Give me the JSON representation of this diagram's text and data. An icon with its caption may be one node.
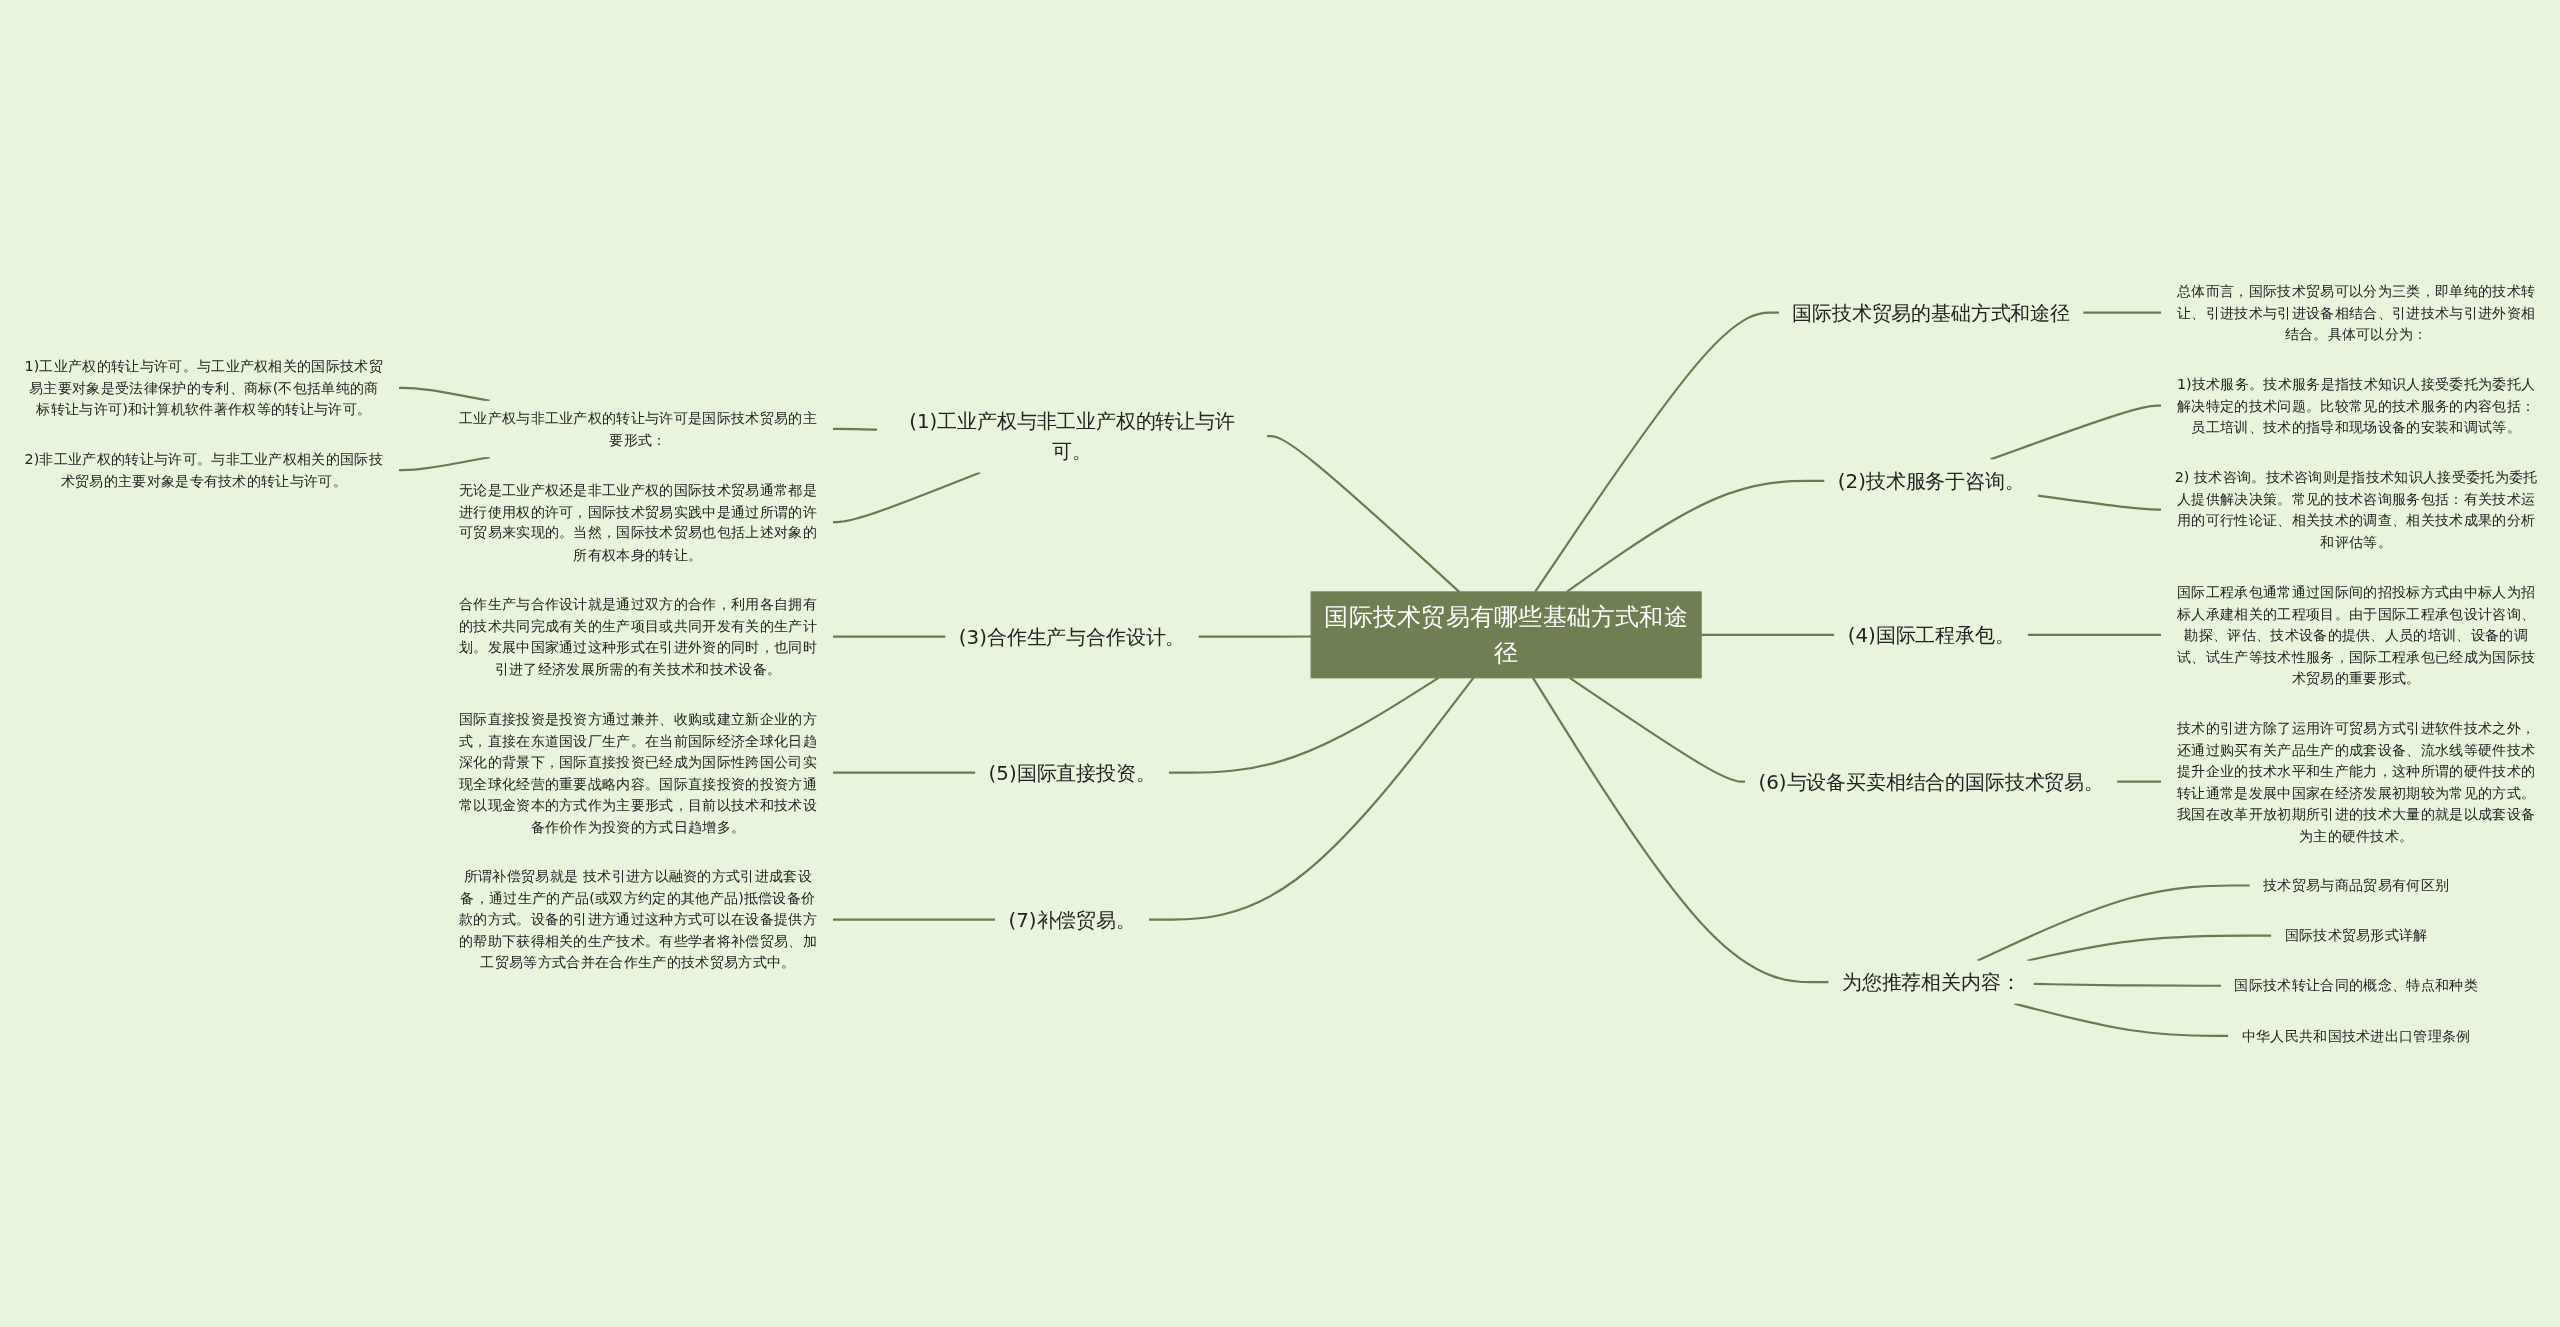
{
  "diagram": {
    "nodes": [
      {
        "text": [
          "国际技术贸易有哪些基础方式和途径"
        ]
      },
      {
        "text": [
          "国际技术贸易的基础方式和途径"
        ]
      },
      {
        "text": [
          "总体而言，国际技术贸易可以分为三类，即单纯的技术转让、引进技术与引进设备相结合、引进技术与引进外资相结合。具体可以分为："
        ]
      },
      {
        "text": [
          "(2)技术服务于咨询。"
        ]
      },
      {
        "text": [
          "1)技术服务。技术服务是指技术知识人接受委托为委托人解决特定的技术问题。比较常见的技术服务的内容包括：员工培训、技术的指导和现场设备的安装和调试等。"
        ]
      },
      {
        "text": [
          "2) 技术咨询。技术咨询则是指技术知识人接受委托为委托人提供解决决策。常见的技术咨询服务包括：有关技术运用的可行性论证、相关技术的调查、相关技术成果的分析和评估等。"
        ]
      },
      {
        "text": [
          "(4)国际工程承包。"
        ]
      },
      {
        "text": [
          "国际工程承包通常通过国际间的招投标方式由中标人为招标人承建相关的工程项目。由于国际工程承包设计咨询、勘探、评估、技术设备的提供、人员的培训、设备的调试、试生产等技术性服务，国际工程承包已经成为国际技术贸易的重要形式。"
        ]
      },
      {
        "text": [
          "(6)与设备买卖相结合的国际技术贸易。"
        ]
      },
      {
        "text": [
          "技术的引进方除了运用许可贸易方式引进软件技术之外，还通过购买有关产品生产的成套设备、流水线等硬件技术提升企业的技术水平和生产能力，这种所谓的硬件技术的转让通常是发展中国家在经济发展初期较为常见的方式。我国在改革开放初期所引进的技术大量的就是以成套设备为主的硬件技术。"
        ]
      },
      {
        "text": [
          "为您推荐相关内容："
        ]
      },
      {
        "text": [
          "技术贸易与商品贸易有何区别"
        ]
      },
      {
        "text": [
          "国际技术贸易形式详解"
        ]
      },
      {
        "text": [
          "国际技术转让合同的概念、特点和种类"
        ]
      },
      {
        "text": [
          "中华人民共和国技术进出口管理条例"
        ]
      },
      {
        "text": [
          "(1)工业产权与非工业产权的转让与许可。"
        ]
      },
      {
        "text": [
          "工业产权与非工业产权的转让与许可是国际技术贸易的主要形式："
        ]
      },
      {
        "text": [
          "1)工业产权的转让与许可。与工业产权相关的国际技术贸易主要对象是受法律保护的专利、商标(不包括单纯的商标转让与许可)和计算机软件著作权等的转让与许可。"
        ]
      },
      {
        "text": [
          "2)非工业产权的转让与许可。与非工业产权相关的国际技术贸易的主要对象是专有技术的转让与许可。"
        ]
      },
      {
        "text": [
          "无论是工业产权还是非工业产权的国际技术贸易通常都是进行使用权的许可，国际技术贸易实践中是通过所谓的许可贸易来实现的。当然，国际技术贸易也包括上述对象的所有权本身的转让。"
        ]
      },
      {
        "text": [
          "(3)合作生产与合作设计。"
        ]
      },
      {
        "text": [
          "合作生产与合作设计就是通过双方的合作，利用各自拥有的技术共同完成有关的生产项目或共同开发有关的生产计划。发展中国家通过这种形式在引进外资的同时，也同时引进了经济发展所需的有关技术和技术设备。"
        ]
      },
      {
        "text": [
          "(5)国际直接投资。"
        ]
      },
      {
        "text": [
          "国际直接投资是投资方通过兼并、收购或建立新企业的方式，直接在东道国设厂生产。在当前国际经济全球化日趋深化的背景下，国际直接投资已经成为国际性跨国公司实现全球化经营的重要战略内容。国际直接投资的投资方通常以现金资本的方式作为主要形式，目前以技术和技术设备作价作为投资的方式日趋增多。"
        ]
      },
      {
        "text": [
          "(7)补偿贸易。"
        ]
      },
      {
        "text": [
          "所谓补偿贸易就是 技术引进方以融资的方式引进成套设备，通过生产的产品(或双方约定的其他产品)抵偿设备价款的方式。设备的引进方通过这种方式可以在设备提供方的帮助下获得相关的生产技术。有些学者将补偿贸易、加工贸易等方式合并在合作生产的技术贸易方式中。"
        ]
      }
    ],
    "edges": [
      {
        "from": 0,
        "to": 1,
        "arrow": "none"
      },
      {
        "from": 1,
        "to": 2,
        "arrow": "none"
      },
      {
        "from": 0,
        "to": 3,
        "arrow": "none"
      },
      {
        "from": 3,
        "to": 4,
        "arrow": "none"
      },
      {
        "from": 3,
        "to": 5,
        "arrow": "none"
      },
      {
        "from": 0,
        "to": 6,
        "arrow": "none"
      },
      {
        "from": 6,
        "to": 7,
        "arrow": "none"
      },
      {
        "from": 0,
        "to": 8,
        "arrow": "none"
      },
      {
        "from": 8,
        "to": 9,
        "arrow": "none"
      },
      {
        "from": 0,
        "to": 10,
        "arrow": "none"
      },
      {
        "from": 10,
        "to": 11,
        "arrow": "none"
      },
      {
        "from": 10,
        "to": 12,
        "arrow": "none"
      },
      {
        "from": 10,
        "to": 13,
        "arrow": "none"
      },
      {
        "from": 10,
        "to": 14,
        "arrow": "none"
      },
      {
        "from": 0,
        "to": 15,
        "arrow": "none"
      },
      {
        "from": 15,
        "to": 16,
        "arrow": "none"
      },
      {
        "from": 16,
        "to": 17,
        "arrow": "none"
      },
      {
        "from": 16,
        "to": 18,
        "arrow": "none"
      },
      {
        "from": 15,
        "to": 19,
        "arrow": "none"
      },
      {
        "from": 0,
        "to": 20,
        "arrow": "none"
      },
      {
        "from": 20,
        "to": 21,
        "arrow": "none"
      },
      {
        "from": 0,
        "to": 22,
        "arrow": "none"
      },
      {
        "from": 22,
        "to": 23,
        "arrow": "none"
      },
      {
        "from": 0,
        "to": 24,
        "arrow": "none"
      },
      {
        "from": 24,
        "to": 25,
        "arrow": "none"
      }
    ]
  }
}
